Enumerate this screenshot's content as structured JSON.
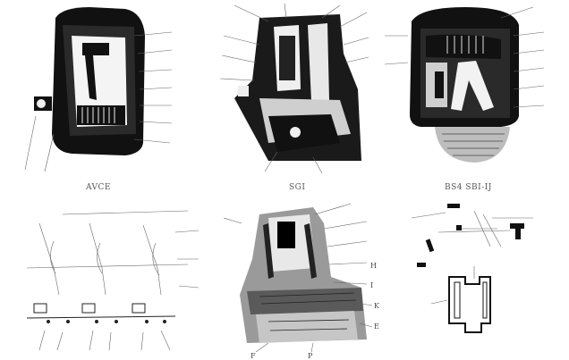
{
  "captions": {
    "fig1": "AVCE",
    "fig2": "SGI",
    "fig3": "BS4 SBI-IJ"
  },
  "bottom_labels": {
    "fig5": [
      "K",
      "E",
      "F",
      "P",
      "H",
      "I"
    ]
  }
}
